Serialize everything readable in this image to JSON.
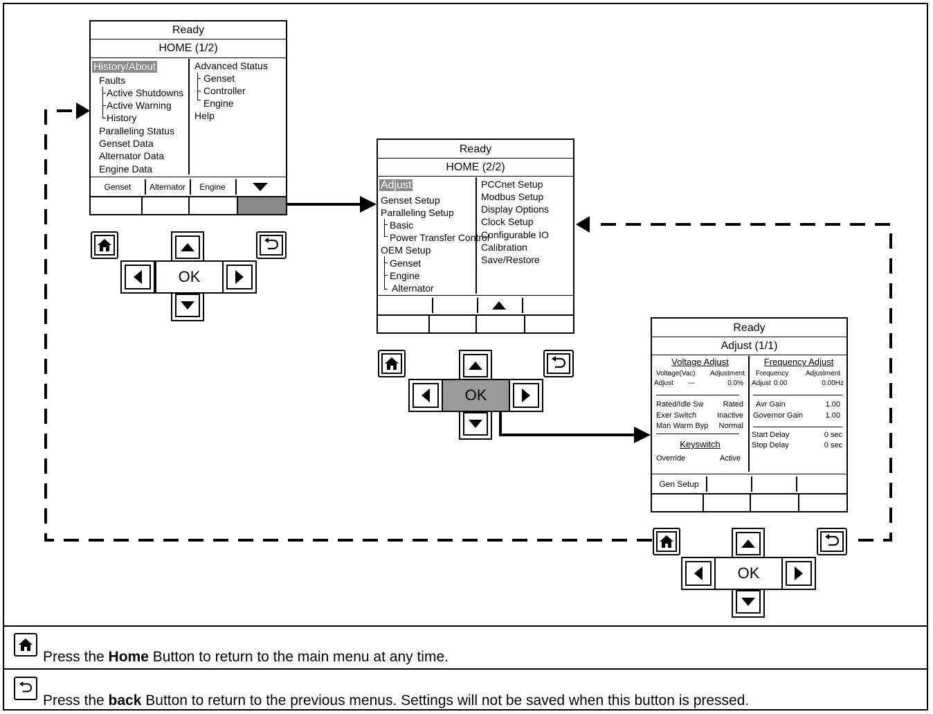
{
  "screens": {
    "home1": {
      "status": "Ready",
      "title": "HOME (1/2)",
      "left_items": [
        "History/About",
        "Faults",
        "Active Shutdowns",
        "Active Warning",
        "History",
        "Paralleling Status",
        "Genset Data",
        "Alternator Data",
        "Engine Data"
      ],
      "right_items": [
        "Advanced Status",
        "Genset",
        "Controller",
        "Engine",
        "Help"
      ],
      "softkeys": [
        "Genset",
        "Alternator",
        "Engine"
      ]
    },
    "home2": {
      "status": "Ready",
      "title": "HOME (2/2)",
      "left_items": [
        "Adjust",
        "Genset Setup",
        "Paralleling Setup",
        "Basic",
        "Power Transfer Control",
        "OEM Setup",
        "Genset",
        "Engine",
        "Alternator"
      ],
      "right_items": [
        "PCCnet Setup",
        "Modbus Setup",
        "Display Options",
        "Clock Setup",
        "Configurable IO",
        "Calibration",
        "Save/Restore"
      ]
    },
    "adjust": {
      "status": "Ready",
      "title": "Adjust (1/1)",
      "voltage_heading": "Voltage Adjust",
      "voltage_col1": "Voltage(Vac)",
      "voltage_col2": "Adjustment",
      "voltage_row_label": "Adjust",
      "voltage_row_val": "---",
      "voltage_row_adj": "0.0%",
      "rated_idle_label": "Rated/Idle Sw",
      "rated_idle_val": "Rated",
      "exer_label": "Exer Switch",
      "exer_val": "Inactive",
      "warm_label": "Man Warm Byp",
      "warm_val": "Normal",
      "keyswitch_heading": "Keyswitch",
      "override_label": "Override",
      "override_val": "Active",
      "freq_heading": "Frequency Adjust",
      "freq_col1": "Frequency",
      "freq_col2": "Adjustment",
      "freq_row_label": "Adjust",
      "freq_row_val": "0.00",
      "freq_row_adj": "0.00Hz",
      "avr_label": "Avr Gain",
      "avr_val": "1.00",
      "gov_label": "Governor Gain",
      "gov_val": "1.00",
      "start_label": "Start Delay",
      "start_val": "0 sec",
      "stop_label": "Stop Delay",
      "stop_val": "0 sec",
      "softkey": "Gen Setup"
    }
  },
  "keypad": {
    "ok": "OK"
  },
  "footer": {
    "home_pre": "Press the ",
    "home_bold": "Home",
    "home_post": " Button to return to the main menu at any time.",
    "back_pre": "Press the ",
    "back_bold": "back",
    "back_post": " Button to return to the previous menus. Settings will not be saved when this button is pressed."
  },
  "icons": [
    "home-icon",
    "back-icon",
    "arrow-up-icon",
    "arrow-down-icon",
    "arrow-left-icon",
    "arrow-right-icon"
  ]
}
